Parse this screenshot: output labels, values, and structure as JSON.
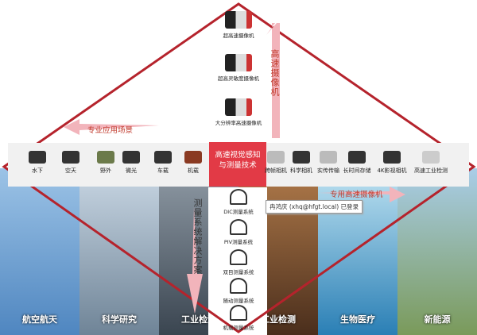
{
  "center_title": "高速视觉感知与测量技术",
  "arrows": {
    "top": "高速摄像机",
    "left": "专业应用场景",
    "right": "专用高速摄像机",
    "bottom": "测量系统解决方案"
  },
  "top_cameras": [
    "超高速摄像机",
    "超高灵敏度摄像机",
    "大分辨率高速摄像机"
  ],
  "left_items": [
    "水下",
    "空天",
    "野外",
    "微光",
    "车载",
    "机载"
  ],
  "right_items": [
    "跨帧相机",
    "科学相机",
    "实传传输",
    "长时间存储",
    "4K影视相机",
    "高速工业检测"
  ],
  "measurement_systems": [
    "DIC测量系统",
    "PIV测量系统",
    "双目测量系统",
    "随动测量系统",
    "机载测量系统"
  ],
  "photo_panels": [
    "航空航天",
    "科学研究",
    "工业检测",
    "工业检测",
    "生物医疗",
    "新能源"
  ],
  "tooltip": "冉鸿庆 (xhq@hfgt.local) 已登录",
  "colors": {
    "diamond": "#b5232c",
    "center_box": "#e23a46",
    "arrow": "#f2b4bb"
  }
}
